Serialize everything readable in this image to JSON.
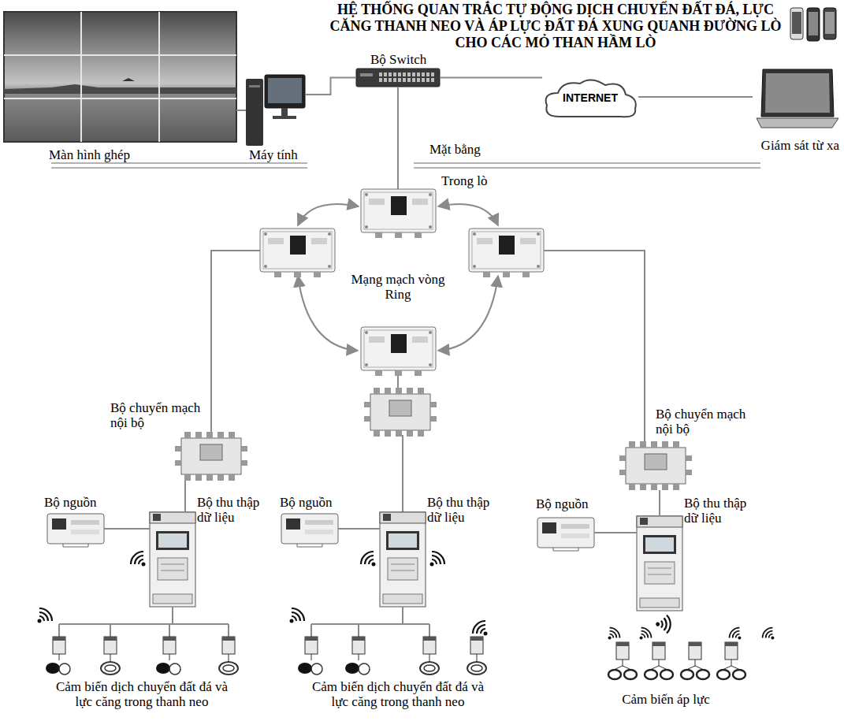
{
  "diagram": {
    "title": "HỆ THỐNG QUAN TRẮC TỰ ĐỘNG DỊCH CHUYỂN ĐẤT ĐÁ, LỰC CĂNG THANH NEO VÀ ÁP LỰC ĐẤT ĐÁ XUNG QUANH ĐƯỜNG LÒ CHO CÁC MỎ THAN HẦM LÒ",
    "nodes": [
      {
        "text": [
          "Màn hình ghép"
        ]
      },
      {
        "text": [
          "Máy tính"
        ]
      },
      {
        "text": [
          "Bộ Switch"
        ]
      },
      {
        "text": [
          "INTERNET"
        ]
      },
      {
        "text": [
          "Giám sát từ xa"
        ]
      },
      {
        "text": [
          "Bộ chuyển mạch nội bộ"
        ]
      },
      {
        "text": [
          "Bộ chuyển mạch nội bộ"
        ]
      },
      {
        "text": [
          "Bộ nguồn"
        ]
      },
      {
        "text": [
          "Bộ thu thập dữ liệu"
        ]
      },
      {
        "text": [
          "Bộ nguồn"
        ]
      },
      {
        "text": [
          "Bộ thu thập dữ liệu"
        ]
      },
      {
        "text": [
          "Bộ nguồn"
        ]
      },
      {
        "text": [
          "Bộ thu thập dữ liệu"
        ]
      }
    ],
    "edges": [
      {
        "from": 0,
        "to": 1,
        "arrow": "none"
      },
      {
        "from": 1,
        "to": 2,
        "arrow": "none"
      },
      {
        "from": 2,
        "to": 3,
        "arrow": "none"
      },
      {
        "from": 3,
        "to": 4,
        "arrow": "none"
      },
      {
        "from": 5,
        "to": 8,
        "arrow": "none"
      },
      {
        "from": 7,
        "to": 8,
        "arrow": "none"
      },
      {
        "from": 9,
        "to": 10,
        "arrow": "none"
      },
      {
        "from": 6,
        "to": 12,
        "arrow": "none"
      },
      {
        "from": 11,
        "to": 12,
        "arrow": "none"
      }
    ],
    "labels": [
      "Mặt bằng",
      "Trong lò",
      "Mạng mạch vòng Ring",
      "Cảm biến dịch chuyển đất đá và lực căng trong thanh neo",
      "Cảm biến dịch chuyển đất đá và lực căng trong thanh neo",
      "Cảm biến áp lực"
    ]
  }
}
